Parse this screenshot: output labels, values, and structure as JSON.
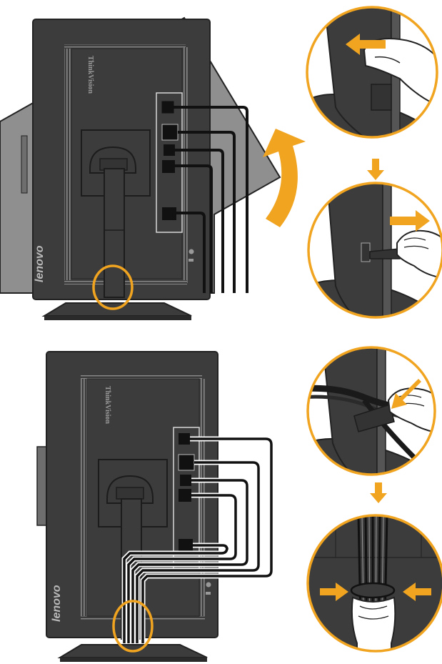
{
  "figure": {
    "brand_text": "lenovo",
    "model_text": "ThinkVision",
    "colors": {
      "accent": "#f0a420",
      "monitor_body": "#3c3c3c",
      "monitor_tilted": "#8f8f8f",
      "cable": "#111111",
      "outline": "#222222"
    },
    "steps": [
      {
        "name": "tilt-monitor",
        "icon": "curved-arrow-up-icon"
      },
      {
        "name": "pull-cover-left",
        "icon": "arrow-left-icon"
      },
      {
        "name": "pull-clip-right",
        "icon": "arrow-right-icon"
      },
      {
        "name": "insert-cables",
        "icon": "arrow-down-left-icon"
      },
      {
        "name": "clamp-cable-ring",
        "icon": "arrows-inward-icon"
      }
    ]
  }
}
